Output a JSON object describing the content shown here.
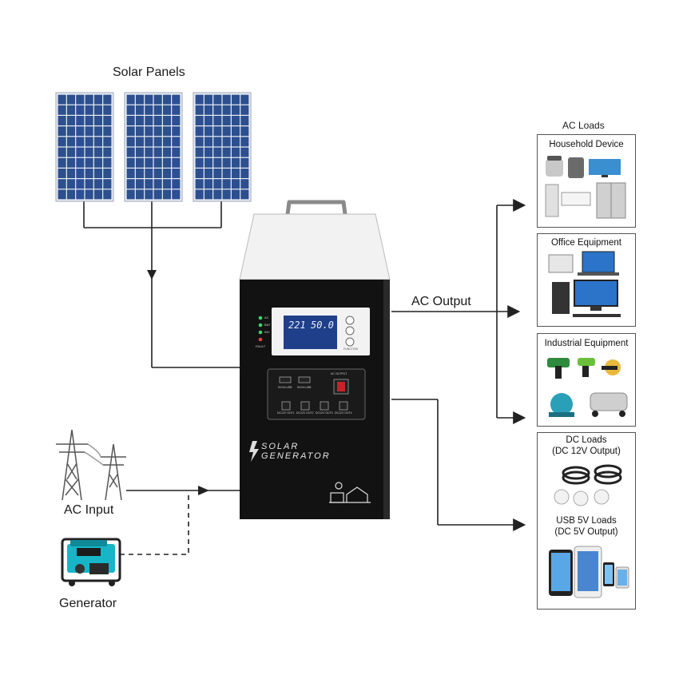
{
  "labels": {
    "solar_panels": "Solar Panels",
    "ac_output": "AC Output",
    "ac_input": "AC Input",
    "generator": "Generator",
    "ac_loads": "AC Loads"
  },
  "boxes": {
    "household": {
      "title": "Household Device"
    },
    "office": {
      "title": "Office Equipment"
    },
    "industrial": {
      "title": "Industrial Equipment"
    },
    "dc_usb": {
      "dc_title_1": "DC Loads",
      "dc_title_2": "(DC 12V Output)",
      "usb_title_1": "USB 5V Loads",
      "usb_title_2": "(DC 5V Output)"
    }
  },
  "device": {
    "brand_line_1": "SOLAR",
    "brand_line_2": "GENERATOR",
    "lcd_left": "221",
    "lcd_right": "50.0",
    "indicator_labels": [
      "AC",
      "BAT",
      "INV",
      "FAULT"
    ],
    "usb_port_labels": [
      "5V/2A USB",
      "5V/2A USB"
    ],
    "dc_port_labels": [
      "DC12V OUT1",
      "DC12V OUT2",
      "DC12V OUT3",
      "DC12V OUT4"
    ],
    "switch_label": "AC OUTPUT",
    "function_label": "FUNCTION"
  },
  "colors": {
    "panel_blue": "#2c4f8f",
    "device_black": "#121212",
    "device_white": "#f2f2f2",
    "lcd_blue": "#1f3f8a",
    "generator_teal": "#17b5c7",
    "arrow": "#222222"
  }
}
